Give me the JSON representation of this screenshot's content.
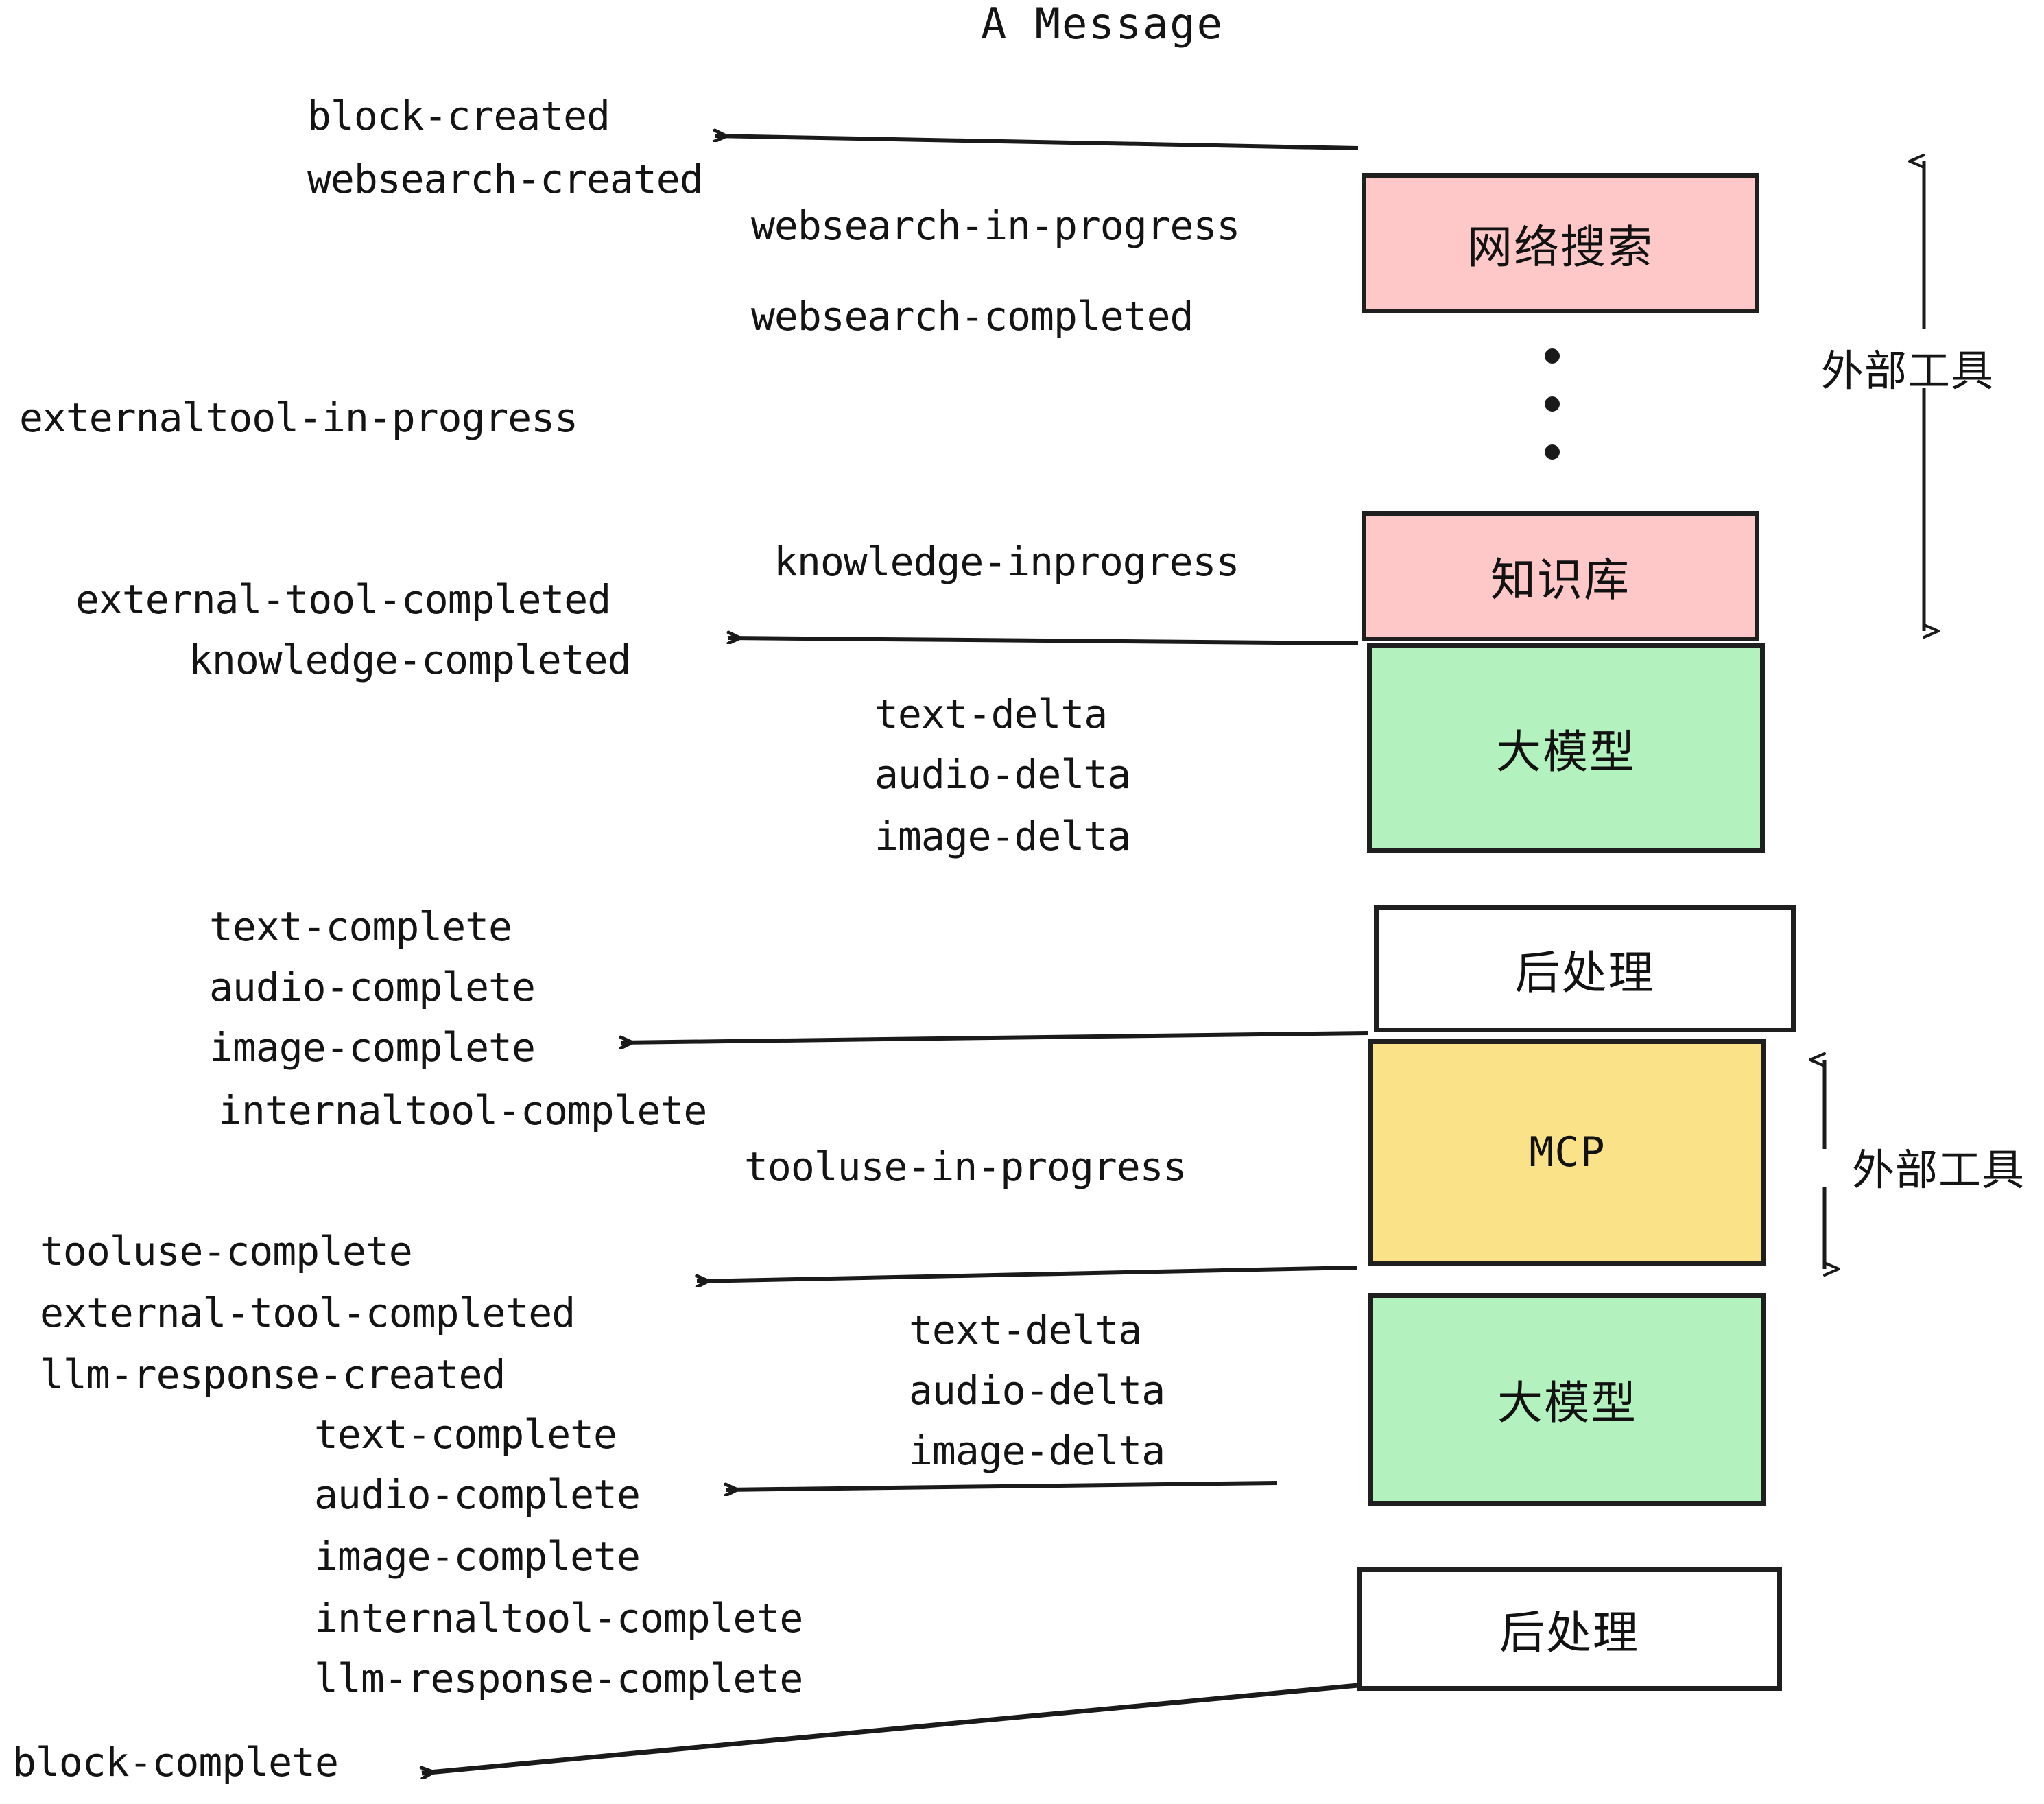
{
  "title": "A Message",
  "colors": {
    "pink": "#ffc8c8",
    "green": "#b3f2be",
    "yellow": "#fae288",
    "white": "#ffffff",
    "stroke": "#1f1f1f",
    "text": "#141414"
  },
  "boxes": [
    {
      "id": "websearch",
      "label": "网络搜索",
      "fill": "#ffc8c8"
    },
    {
      "id": "knowledge",
      "label": "知识库",
      "fill": "#ffc8c8"
    },
    {
      "id": "llm-top",
      "label": "大模型",
      "fill": "#b3f2be"
    },
    {
      "id": "post-top",
      "label": "后处理",
      "fill": "#ffffff"
    },
    {
      "id": "mcp",
      "label": "MCP",
      "fill": "#fae288"
    },
    {
      "id": "llm-bottom",
      "label": "大模型",
      "fill": "#b3f2be"
    },
    {
      "id": "post-bottom",
      "label": "后处理",
      "fill": "#ffffff"
    }
  ],
  "side_labels": [
    {
      "id": "external-tools-top",
      "label": "外部工具"
    },
    {
      "id": "external-tools-bottom",
      "label": "外部工具"
    }
  ],
  "events": [
    {
      "id": "block-created",
      "label": "block-created"
    },
    {
      "id": "websearch-created",
      "label": "websearch-created"
    },
    {
      "id": "websearch-in-progress",
      "label": "websearch-in-progress"
    },
    {
      "id": "websearch-completed",
      "label": "websearch-completed"
    },
    {
      "id": "externaltool-in-progress",
      "label": "externaltool-in-progress"
    },
    {
      "id": "knowledge-inprogress",
      "label": "knowledge-inprogress"
    },
    {
      "id": "external-tool-completed-1",
      "label": "external-tool-completed"
    },
    {
      "id": "knowledge-completed",
      "label": "knowledge-completed"
    },
    {
      "id": "text-delta-1",
      "label": "text-delta"
    },
    {
      "id": "audio-delta-1",
      "label": "audio-delta"
    },
    {
      "id": "image-delta-1",
      "label": "image-delta"
    },
    {
      "id": "text-complete-1",
      "label": "text-complete"
    },
    {
      "id": "audio-complete-1",
      "label": "audio-complete"
    },
    {
      "id": "image-complete-1",
      "label": "image-complete"
    },
    {
      "id": "internaltool-complete-1",
      "label": "internaltool-complete"
    },
    {
      "id": "tooluse-in-progress",
      "label": "tooluse-in-progress"
    },
    {
      "id": "tooluse-complete",
      "label": "tooluse-complete"
    },
    {
      "id": "external-tool-completed-2",
      "label": "external-tool-completed"
    },
    {
      "id": "llm-response-created",
      "label": "llm-response-created"
    },
    {
      "id": "text-delta-2",
      "label": "text-delta"
    },
    {
      "id": "audio-delta-2",
      "label": "audio-delta"
    },
    {
      "id": "image-delta-2",
      "label": "image-delta"
    },
    {
      "id": "text-complete-2",
      "label": "text-complete"
    },
    {
      "id": "audio-complete-2",
      "label": "audio-complete"
    },
    {
      "id": "image-complete-2",
      "label": "image-complete"
    },
    {
      "id": "internaltool-complete-2",
      "label": "internaltool-complete"
    },
    {
      "id": "llm-response-complete",
      "label": "llm-response-complete"
    },
    {
      "id": "block-complete",
      "label": "block-complete"
    }
  ]
}
